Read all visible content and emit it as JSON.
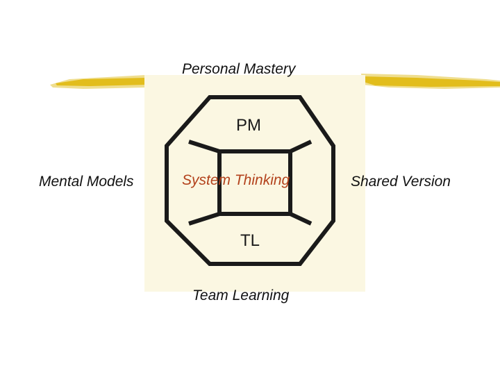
{
  "diagram": {
    "labels": {
      "top": "Personal Mastery",
      "left": "Mental Models",
      "center": "System Thinking",
      "right": "Shared Version",
      "bottom": "Team Learning"
    },
    "octagon_segments": {
      "top": "PM",
      "bottom": "TL"
    }
  },
  "colors": {
    "accent_stripe": "#e8c21a",
    "center_label": "#b3421c",
    "diagram_background": "#fbf7e2",
    "line": "#1a1a1a"
  }
}
